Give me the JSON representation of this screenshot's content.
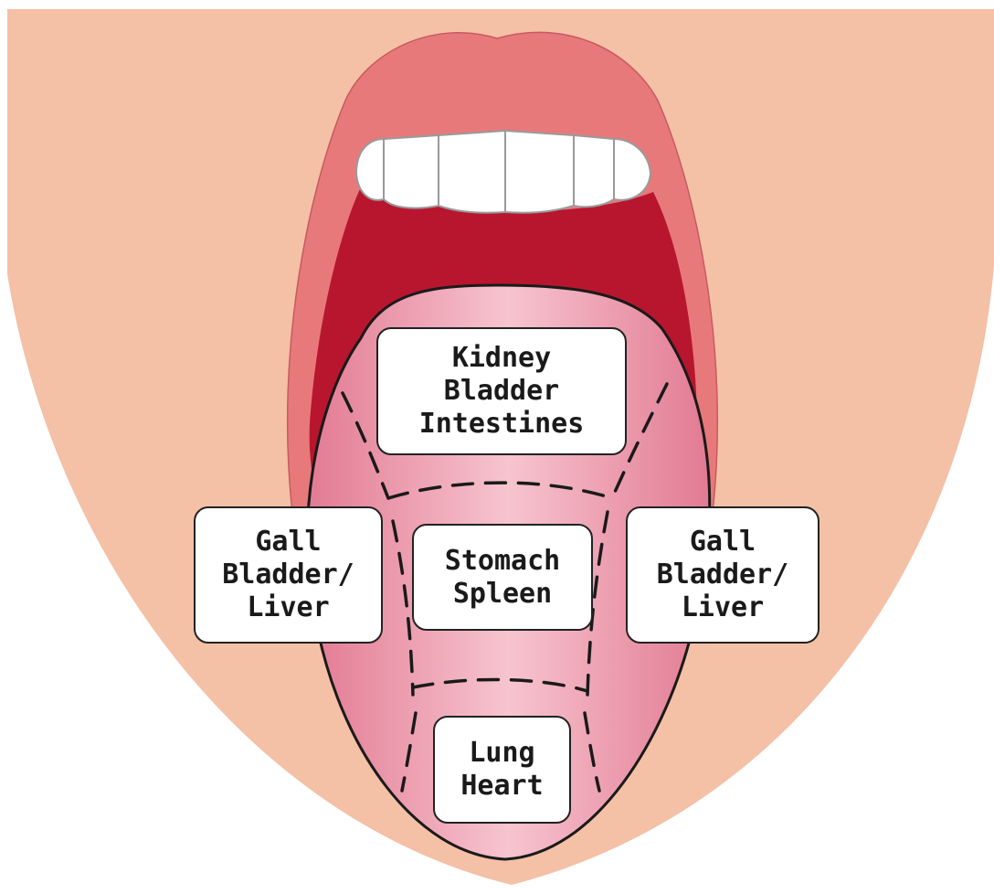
{
  "colors": {
    "skin": "#f4c0a6",
    "lips": "#e8797b",
    "mouth_inside": "#b8162e",
    "teeth": "#ffffff",
    "tongue_edge": "#e27a92",
    "tongue_center": "#f7c4cf",
    "outline": "#1a1a1a"
  },
  "regions": {
    "kidney": {
      "lines": [
        "Kidney",
        "Bladder",
        "Intestines"
      ]
    },
    "stomach": {
      "lines": [
        "Stomach",
        "Spleen"
      ]
    },
    "gall_left": {
      "lines": [
        "Gall",
        "Bladder/",
        "Liver"
      ]
    },
    "gall_right": {
      "lines": [
        "Gall",
        "Bladder/",
        "Liver"
      ]
    },
    "lung": {
      "lines": [
        "Lung",
        "Heart"
      ]
    }
  }
}
